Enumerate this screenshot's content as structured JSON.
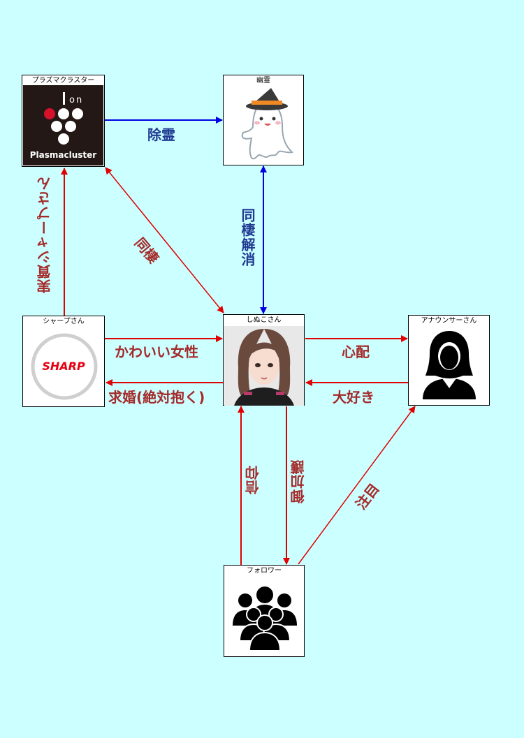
{
  "colors": {
    "background": "#ccffff",
    "red_edge": "#e00000",
    "blue_edge": "#0000e0",
    "red_text": "#a52a2a",
    "blue_text": "#1f3a93"
  },
  "nodes": {
    "plasmacluster": {
      "title": "プラズマクラスター",
      "logo_top": "on",
      "logo_bottom": "Plasmacluster",
      "icon": "plasmacluster-logo"
    },
    "ghost": {
      "title": "幽霊",
      "icon": "ghost-with-witch-hat"
    },
    "shinu": {
      "title": "しぬこさん",
      "icon": "woman-portrait"
    },
    "sharp": {
      "title": "シャープさん",
      "logo_text": "SHARP",
      "icon": "sharp-logo"
    },
    "announcer": {
      "title": "アナウンサーさん",
      "icon": "woman-silhouette"
    },
    "follower": {
      "title": "フォロワー",
      "icon": "group-silhouette"
    }
  },
  "edges": {
    "exorcise": "除霊",
    "cohabit": "同棲",
    "cohabit_end": "同棲解消",
    "sharp_real": "実質シャープさん",
    "cute_woman": "かわいい女性",
    "proposal": "求婚(絶対抱く)",
    "worry": "心配",
    "love": "大好き",
    "faith": "信仰",
    "blessing": "御加護",
    "attention": "注目"
  }
}
